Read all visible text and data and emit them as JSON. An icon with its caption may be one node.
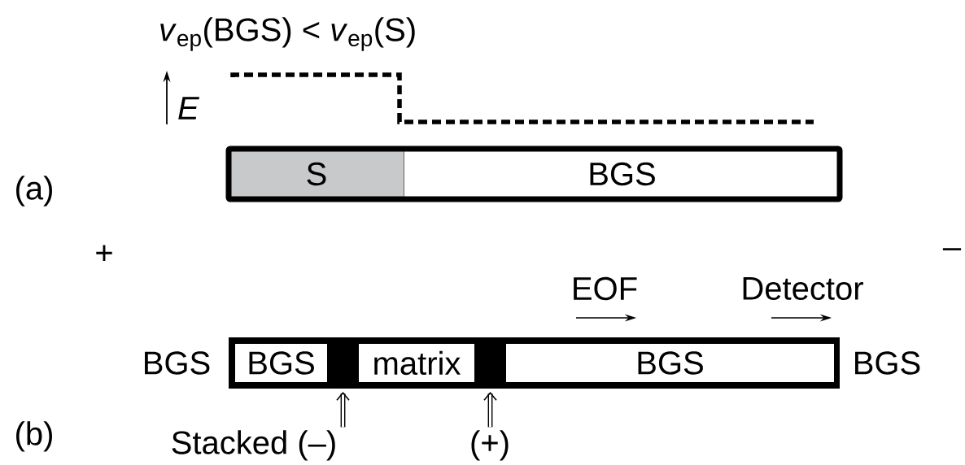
{
  "diagram": {
    "nodes": [
      {
        "text": [
          "S"
        ]
      },
      {
        "text": [
          "BGS"
        ]
      },
      {
        "text": [],
        "shape": "bar"
      },
      {
        "text": [
          "BGS"
        ],
        "in": 2,
        "beside": [
          "BGS"
        ]
      },
      {
        "text": [],
        "shape": "bar",
        "in": 2
      },
      {
        "text": [
          "matrix"
        ],
        "in": 2
      },
      {
        "text": [],
        "shape": "bar",
        "in": 2
      },
      {
        "text": [
          "BGS"
        ],
        "in": 2,
        "beside": [
          "BGS"
        ]
      },
      {
        "text": [
          "Stacked (–)"
        ]
      },
      {
        "text": [
          "(+)"
        ]
      }
    ],
    "edges": [
      {
        "from": 8,
        "to": 4,
        "arrow": "to"
      },
      {
        "from": 9,
        "to": 6,
        "arrow": "to"
      }
    ],
    "labels": [
      "*v*$_{ep}$(BGS) < *v*$_{ep}$(S)",
      "E",
      "(a)",
      "+",
      "–",
      "EOF",
      "Detector",
      "(b)"
    ]
  }
}
